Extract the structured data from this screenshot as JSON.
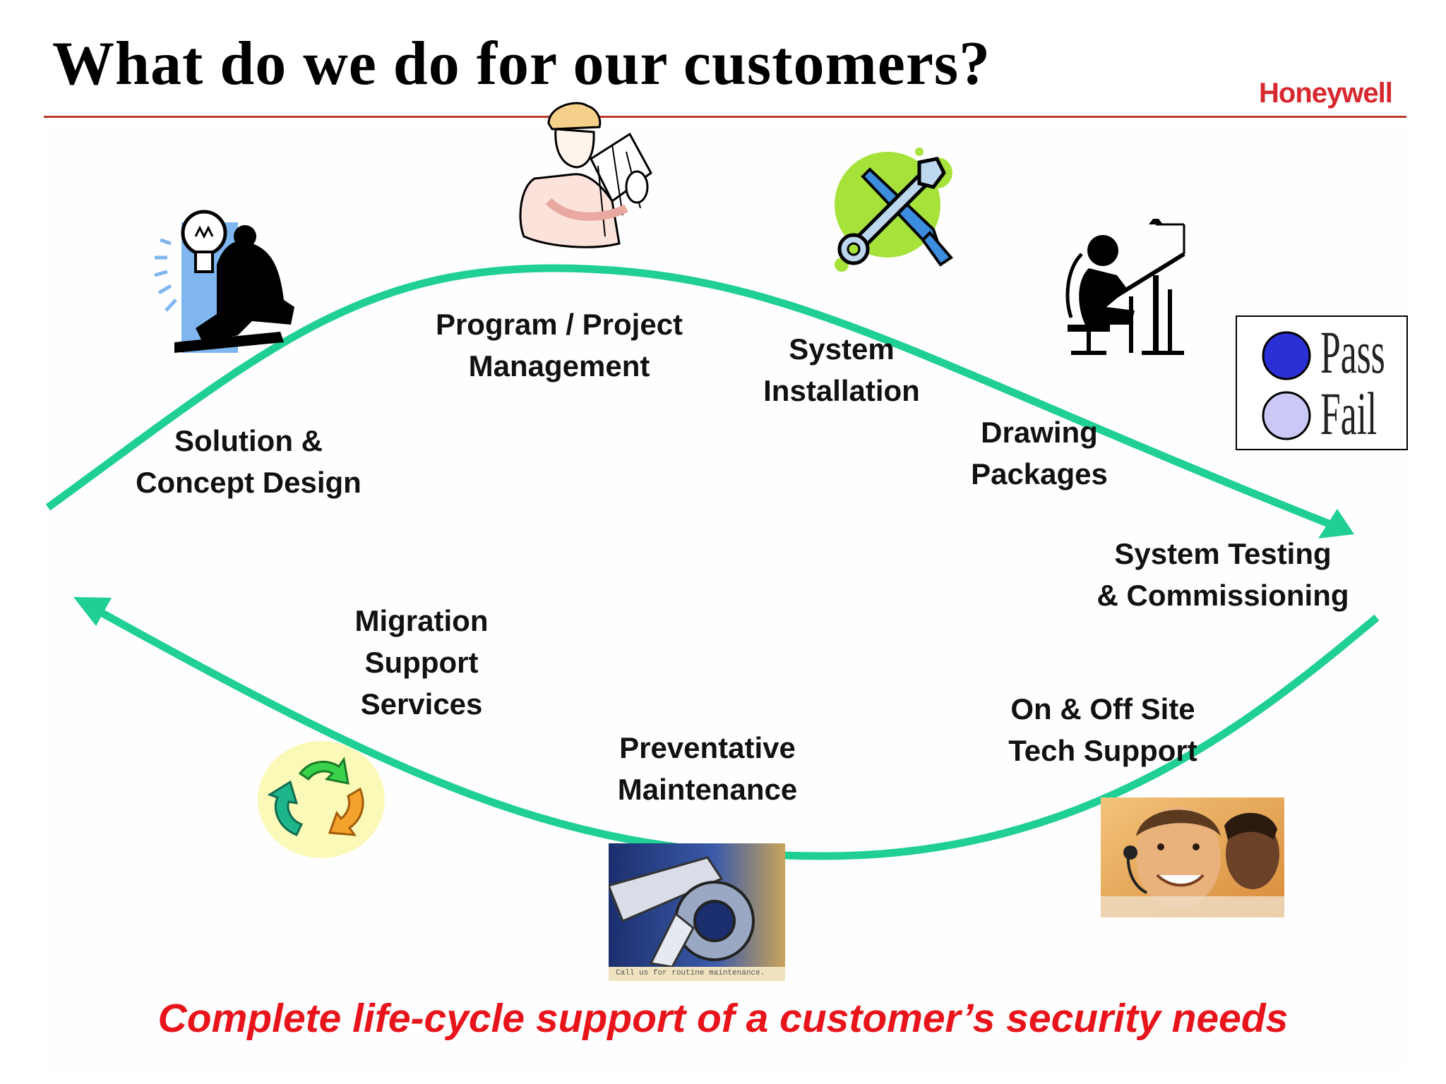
{
  "header": {
    "title": "What do we do for our customers?",
    "brand": "Honeywell"
  },
  "colors": {
    "arrow": "#1fcf96",
    "title": "#000000",
    "brand": "#d7282f",
    "rule": "#c0392b",
    "tagline": "#e8141b"
  },
  "stages": [
    {
      "lines": [
        "Solution &",
        "Concept Design"
      ],
      "icon": "idea-businessman-icon"
    },
    {
      "lines": [
        "Program / Project",
        "Management"
      ],
      "icon": "engineer-blueprint-icon"
    },
    {
      "lines": [
        "System",
        "Installation"
      ],
      "icon": "tools-icon"
    },
    {
      "lines": [
        "Drawing",
        "Packages"
      ],
      "icon": "drafting-table-icon"
    },
    {
      "lines": [
        "System Testing",
        "& Commissioning"
      ],
      "icon": "pass-fail-icon"
    },
    {
      "lines": [
        "On & Off Site",
        "Tech Support"
      ],
      "icon": "tech-support-photo-icon"
    },
    {
      "lines": [
        "Preventative",
        "Maintenance"
      ],
      "icon": "wrench-photo-icon"
    },
    {
      "lines": [
        "Migration",
        "Support",
        "Services"
      ],
      "icon": "recycle-arrows-icon"
    }
  ],
  "pass_fail": {
    "pass": "Pass",
    "fail": "Fail"
  },
  "wrench_caption": "Call us for routine maintenance.",
  "tagline": "Complete life-cycle support of a customer’s security needs"
}
